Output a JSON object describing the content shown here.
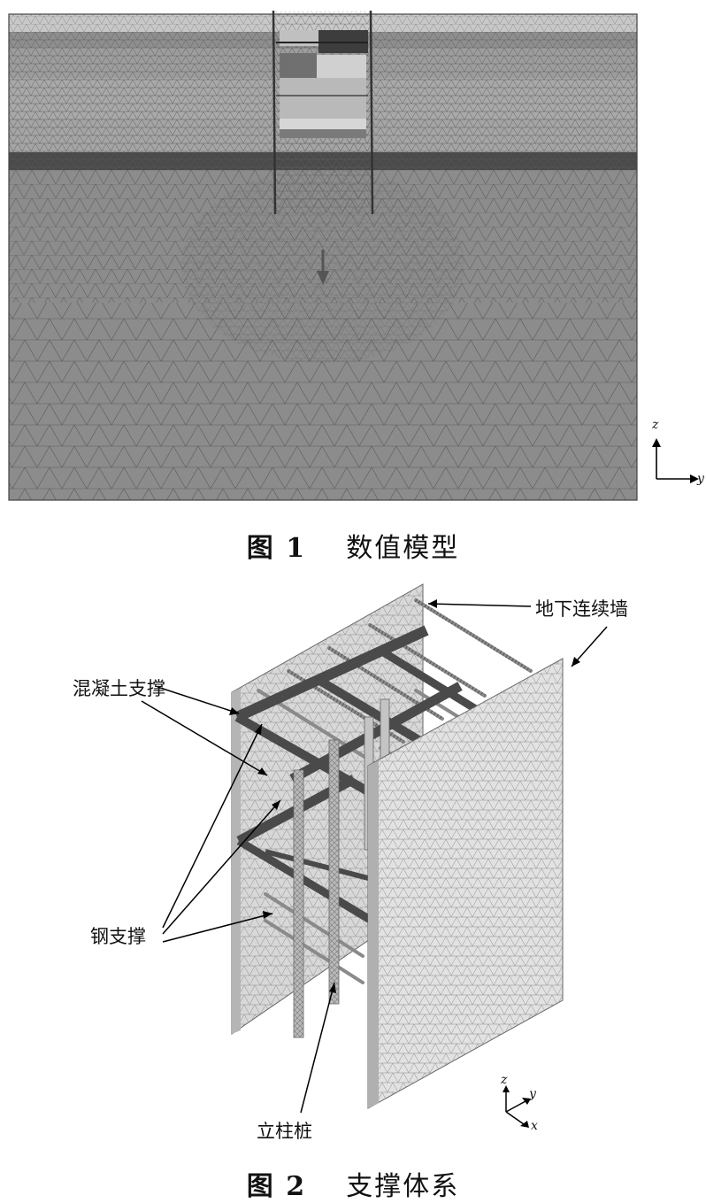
{
  "figure1": {
    "caption_num": "图 1",
    "caption_text": "数值模型",
    "axes": {
      "vertical": "z",
      "horizontal": "y"
    }
  },
  "figure2": {
    "caption_num": "图 2",
    "caption_text": "支撑体系",
    "labels": {
      "wall": "地下连续墙",
      "concrete_strut": "混凝土支撑",
      "steel_strut": "钢支撑",
      "column_pile": "立柱桩"
    },
    "axes": {
      "z": "z",
      "y": "y",
      "x": "x"
    }
  }
}
